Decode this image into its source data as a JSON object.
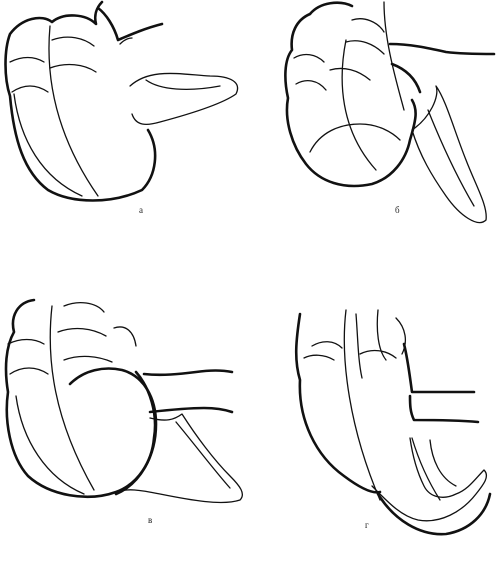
{
  "labels": {
    "a": "а",
    "b": "б",
    "c": "в",
    "d": "г"
  }
}
